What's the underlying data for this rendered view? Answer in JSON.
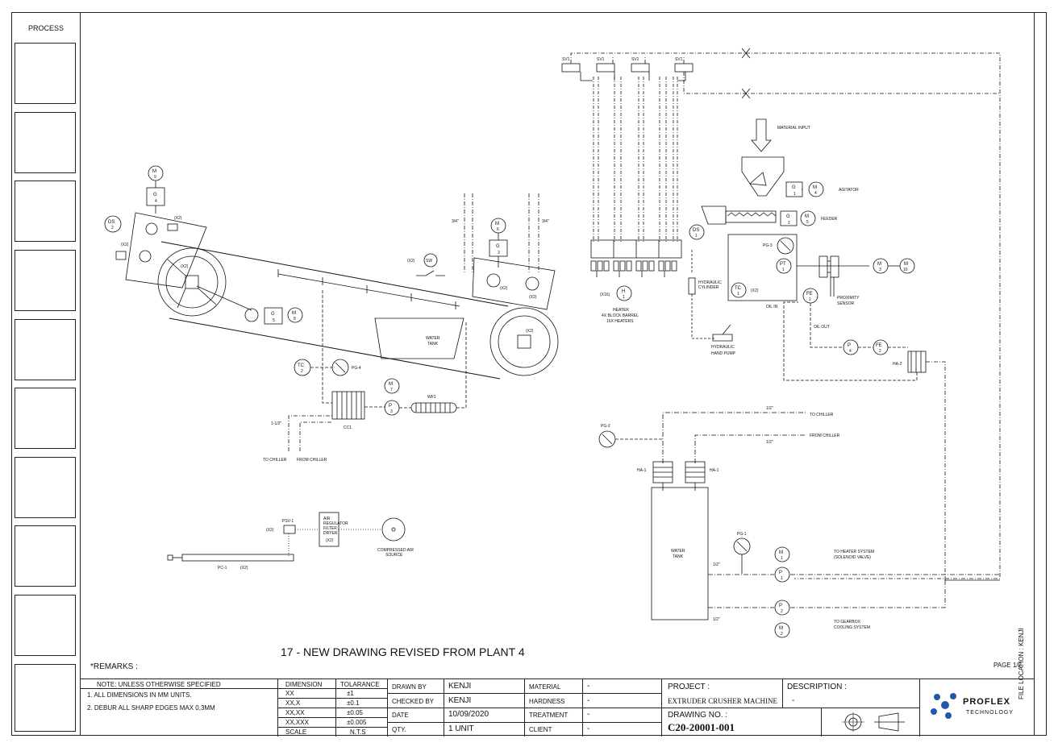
{
  "left_column": {
    "title": "PROCESS"
  },
  "remarks_label": "*REMARKS :",
  "revision_note": "17 - NEW DRAWING REVISED FROM PLANT 4",
  "page": "PAGE 1/2",
  "file_location": "FILE LOCATION : KENJI",
  "notes": {
    "header": "NOTE: UNLESS OTHERWISE SPECIFIED",
    "lines": [
      "1.  ALL DIMENSIONS IN MM UNITS.",
      "2. DEBUR ALL SHARP EDGES MAX 0,3MM"
    ]
  },
  "tolerances": {
    "header_dimension": "DIMENSION",
    "header_tolerance": "TOLARANCE",
    "rows": [
      {
        "dim": "XX",
        "tol": "±1"
      },
      {
        "dim": "XX,X",
        "tol": "±0.1"
      },
      {
        "dim": "XX,XX",
        "tol": "±0.05"
      },
      {
        "dim": "XX,XXX",
        "tol": "±0.005"
      },
      {
        "dim": "SCALE",
        "tol": "N.T.S"
      }
    ]
  },
  "signoff": [
    {
      "label": "DRAWN BY",
      "value": "KENJI"
    },
    {
      "label": "CHECKED BY",
      "value": "KENJI"
    },
    {
      "label": "DATE",
      "value": "10/09/2020"
    },
    {
      "label": "QTY.",
      "value": "1 UNIT"
    }
  ],
  "specs": [
    {
      "label": "MATERIAL",
      "value": "-"
    },
    {
      "label": "HARDNESS",
      "value": "-"
    },
    {
      "label": "TREATMENT",
      "value": "-"
    },
    {
      "label": "CLIENT",
      "value": "-"
    }
  ],
  "project": {
    "label": "PROJECT :",
    "value": "EXTRUDER CRUSHER MACHINE"
  },
  "description": {
    "label": "DESCRIPTION :",
    "value": "-"
  },
  "drawing_no": {
    "label": "DRAWING NO. :",
    "value": "C20-20001-001"
  },
  "logo": {
    "name": "PROFLEX",
    "sub": "TECHNOLOGY",
    "color": "#1f5aa6"
  },
  "diagram": {
    "sv": [
      "SV1",
      "SV1",
      "SV1",
      "SV1"
    ],
    "material_input": "MATERIAL INPUT",
    "agitator": "AGITATOR",
    "feeder": "FEEDER",
    "g1": "G",
    "g1n": "1",
    "m4": "M",
    "m4n": "4",
    "g2": "G",
    "g2n": "2",
    "m5": "M",
    "m5n": "5",
    "ds1": "DS",
    "ds1n": "1",
    "pg3": "PG-3",
    "pt": "PT",
    "ptn": "1",
    "m3": "M",
    "m3n": "3",
    "m10": "M",
    "m10n": "10",
    "proximity": [
      "PROXIMITY",
      "SENSOR"
    ],
    "tc1": "TC",
    "tc1n": "1",
    "x2a": "(X2)",
    "hyd_cyl": [
      "HYDRAULIC",
      "CYLINDER"
    ],
    "hyd_pump": [
      "HYDRAULIC",
      "HAND PUMP"
    ],
    "oil_in": "OIL IN",
    "oil_out": "OIL OUT",
    "fe1": "FE",
    "fe1n": "1",
    "fe2": "FE",
    "fe2n": "2",
    "p4": "P",
    "p4n": "4",
    "ha2": "HA-2",
    "x16": "(X16)",
    "h": "H",
    "hn": "1",
    "heater": [
      "HEATER",
      "4X BLOCK BARREL",
      "16X HEATERS"
    ],
    "to_chiller_r": "TO CHILLER",
    "from_chiller_r": "FROM CHILLER",
    "half1": "1/2\"",
    "half2": "1/2\"",
    "half3": "1/2\"",
    "half4": "1/2\"",
    "pg2": "PG-2",
    "ha1a": "HA-1",
    "ha1b": "HA-1",
    "water_tank_r": [
      "WATER",
      "TANK"
    ],
    "pg1": "PG-1",
    "m1": "M",
    "m1n": "1",
    "p1": "P",
    "p1n": "1",
    "p2": "P",
    "p2n": "2",
    "m2": "M",
    "m2n": "2",
    "to_heater": [
      "TO HEATER SYSTEM",
      "(SOLENOID VALVE)"
    ],
    "to_gearbox": [
      "TO GEARBOX",
      "COOLING SYSTEM"
    ],
    "m9": "M",
    "m9n": "9",
    "g4": "G",
    "g4n": "4",
    "ds2": "DS",
    "ds2n": "2",
    "x2b": "(X2)",
    "x2c": "(X2)",
    "x2d": "(X2)",
    "g5": "G",
    "g5n": "5",
    "m8": "M",
    "m8n": "8",
    "x2e": "(X2)",
    "sw": "SW",
    "m6": "M",
    "m6n": "6",
    "g3": "G",
    "g3n": "3",
    "x2f": "(X2)",
    "x2g": "(X2)",
    "x2h": "(X2)",
    "three_q1": "3/4\"",
    "three_q2": "3/4\"",
    "water_tank_l": [
      "WATER",
      "TANK"
    ],
    "tc2": "TC",
    "tc2n": "2",
    "pg4": "PG-4",
    "m7": "M",
    "m7n": "7",
    "p3": "P",
    "p3n": "3",
    "wf1": "WF1",
    "cc1": "CC1",
    "one_half": "1-1/2\"",
    "to_chiller_l": "TO CHILLER",
    "from_chiller_l": "FROM CHILLER",
    "psv": "PSV-1",
    "x2i": "(X2)",
    "air_reg": [
      "AIR",
      "REGULATOR",
      "FILTER",
      "DRYER",
      "(X2)"
    ],
    "comp_air": [
      "COMPRESSED AIR",
      "SOURCE"
    ],
    "pc1": "PC-1",
    "x2j": "(X2)"
  }
}
